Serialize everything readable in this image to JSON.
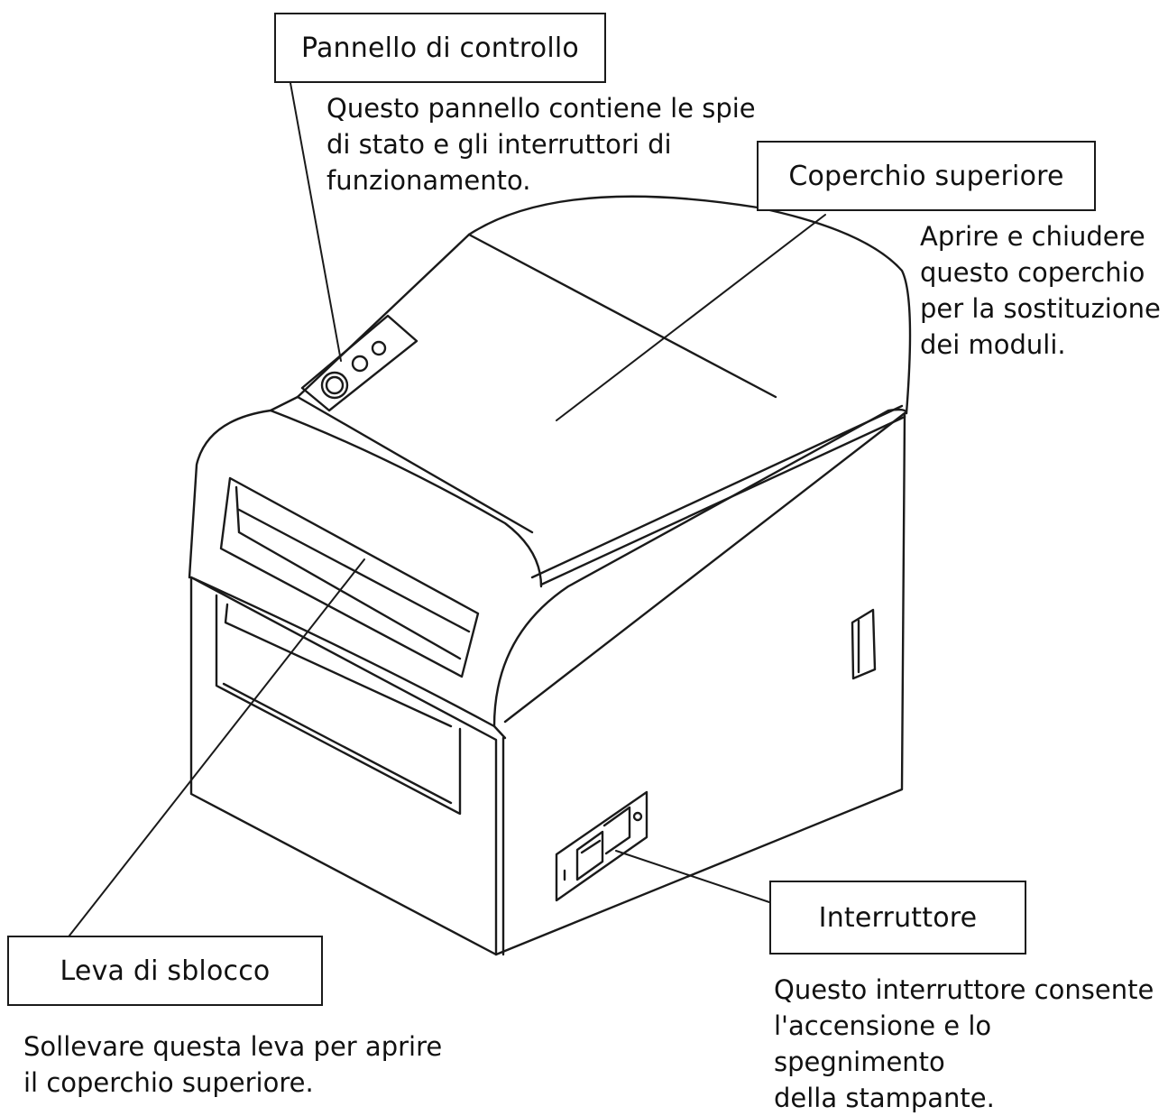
{
  "callouts": {
    "control_panel": {
      "title": "Pannello di controllo",
      "description": "Questo pannello contiene le spie\ndi stato e gli interruttori di\nfunzionamento."
    },
    "top_cover": {
      "title": "Coperchio superiore",
      "description": "Aprire e chiudere\nquesto coperchio\nper la sostituzione\ndei moduli."
    },
    "release_lever": {
      "title": "Leva di sblocco",
      "description": "Sollevare questa leva per aprire\nil coperchio superiore."
    },
    "power_switch": {
      "title": "Interruttore",
      "description": "Questo interruttore consente\nl'accensione e lo spegnimento\ndella stampante."
    }
  }
}
